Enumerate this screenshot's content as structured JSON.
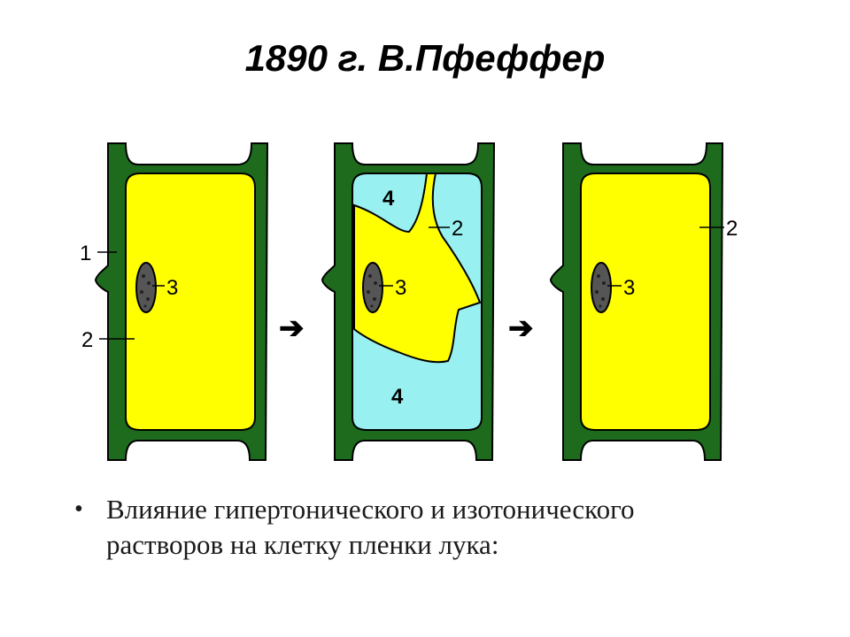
{
  "title": "1890 г. В.Пфеффер",
  "colors": {
    "cell_wall": "#1e6b1e",
    "cytoplasm": "#ffff00",
    "solution": "#99f0f0",
    "nucleus": "#555555",
    "outline": "#000000"
  },
  "cells": [
    {
      "labels": {
        "wall": "1",
        "membrane": "2",
        "nucleus": "3"
      }
    },
    {
      "labels": {
        "solution_top": "4",
        "membrane": "2",
        "nucleus": "3",
        "solution_bottom": "4"
      }
    },
    {
      "labels": {
        "membrane": "2",
        "nucleus": "3"
      }
    }
  ],
  "arrows": [
    "arrow-right-icon",
    "arrow-right-icon"
  ],
  "bullet": {
    "line1": "Влияние гипертонического и изотонического",
    "line2": "растворов на клетку пленки лука:"
  }
}
